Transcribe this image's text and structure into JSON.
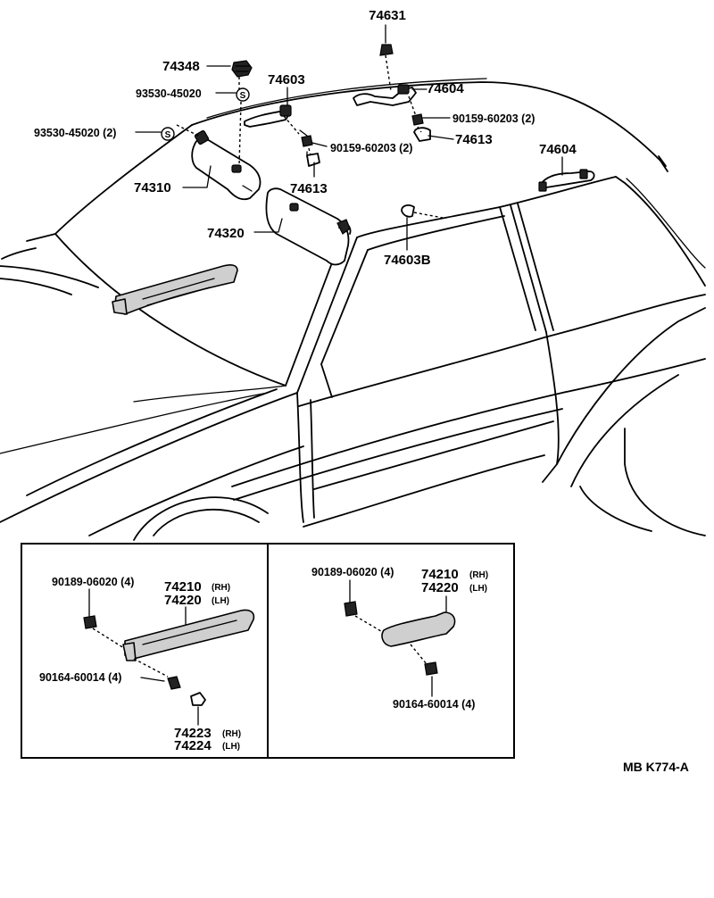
{
  "callouts": {
    "c74631": "74631",
    "c74348": "74348",
    "c93530a": "93530-45020",
    "c74603": "74603",
    "c74604a": "74604",
    "c90159a": "90159-60203 (2)",
    "c74613a": "74613",
    "c93530b": "93530-45020 (2)",
    "c90159b": "90159-60203 (2)",
    "c74310": "74310",
    "c74613b": "74613",
    "c74604b": "74604",
    "c74320": "74320",
    "c74603b": "74603B"
  },
  "symbols": {
    "s_mark": "S"
  },
  "inset_left": {
    "clip": "90189-06020 (4)",
    "part_num_rh": "74210",
    "rh": "(RH)",
    "part_num_lh": "74220",
    "lh": "(LH)",
    "screw": "90164-60014 (4)",
    "cover_rh": "74223",
    "cover_rh_tag": "(RH)",
    "cover_lh": "74224",
    "cover_lh_tag": "(LH)"
  },
  "inset_right": {
    "clip": "90189-06020 (4)",
    "part_num_rh": "74210",
    "rh": "(RH)",
    "part_num_lh": "74220",
    "lh": "(LH)",
    "screw": "90164-60014 (4)"
  },
  "footer": {
    "code": "MB  K774-A"
  }
}
